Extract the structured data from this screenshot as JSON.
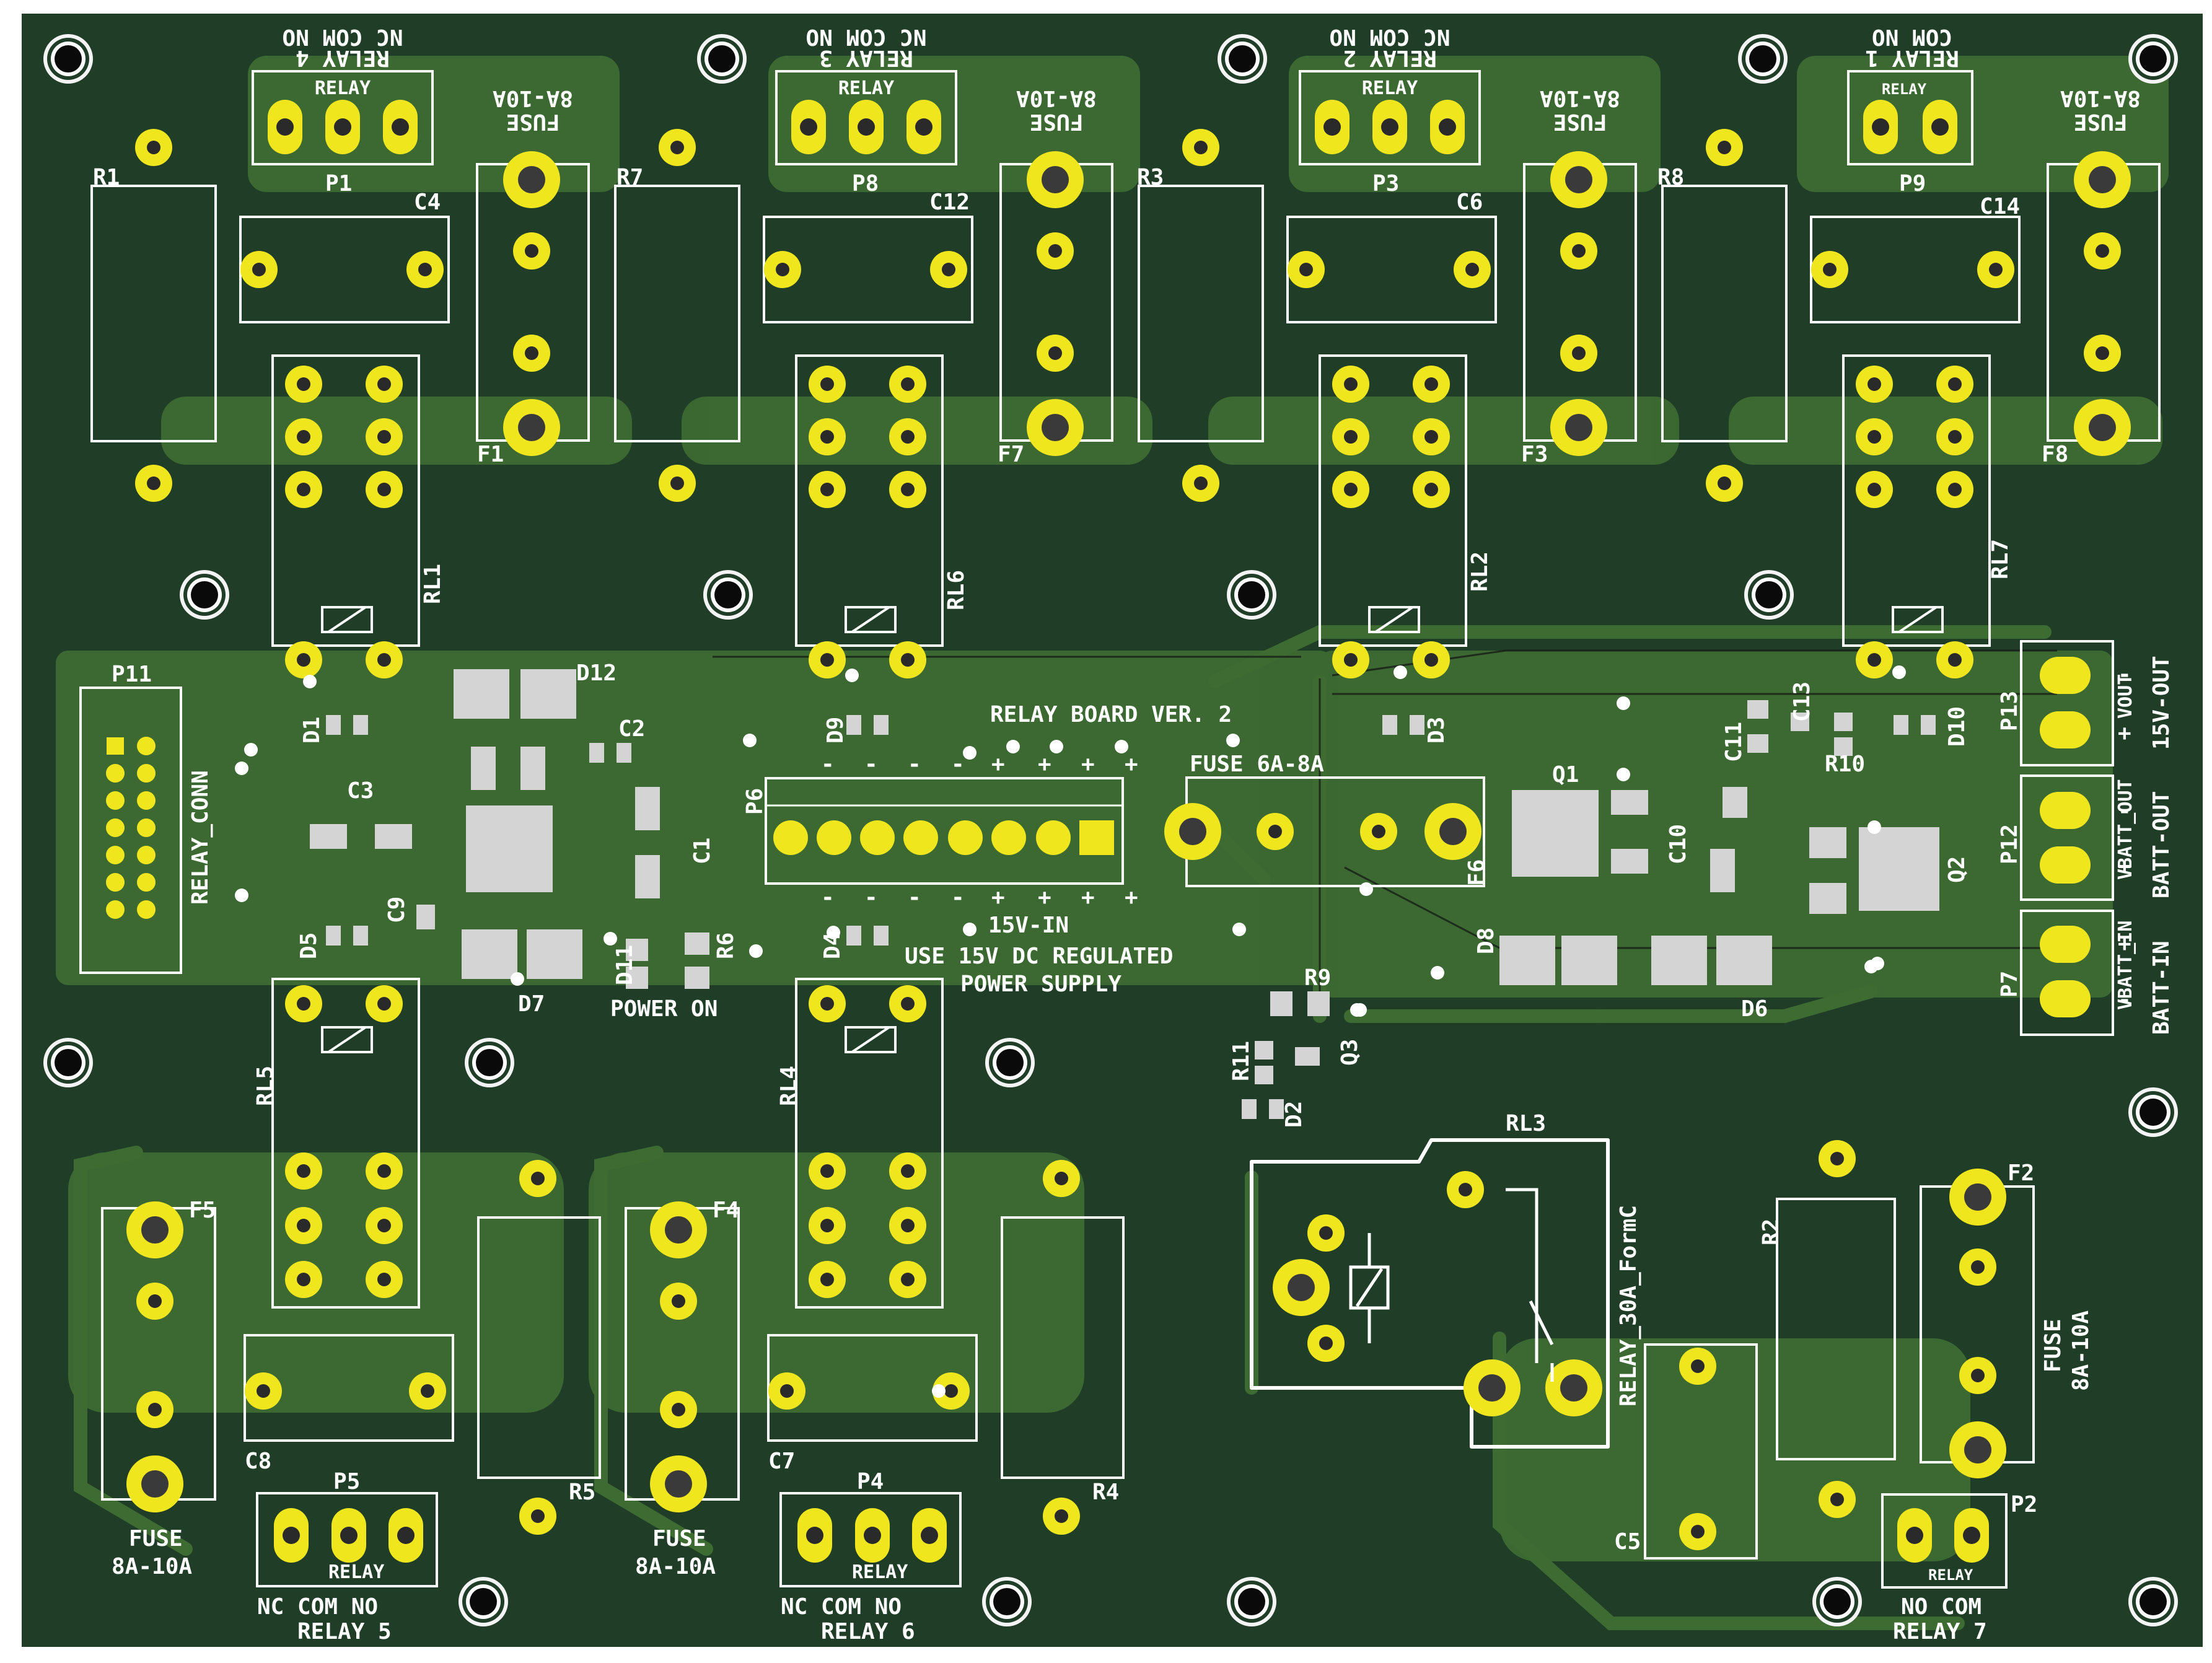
{
  "board": {
    "title": "RELAY BOARD VER. 2",
    "colors": {
      "substrate": "#1f3d27",
      "copper": "#3d6b32",
      "pad": "#f0e61e",
      "silk": "#ffffff",
      "smd": "#d4d4d4",
      "hole": "#000000"
    }
  },
  "labels": {
    "fuse_title": "FUSE",
    "fuse_rating": "8A-10A",
    "relay_word": "RELAY",
    "nc_com_no": "NC COM NO",
    "com_no": "COM NO",
    "no_com": "NO COM",
    "relay_1": "RELAY 1",
    "relay_2": "RELAY 2",
    "relay_3": "RELAY 3",
    "relay_4": "RELAY 4",
    "relay_5": "RELAY 5",
    "relay_6": "RELAY 6",
    "relay_7": "RELAY 7",
    "fuse_6a": "FUSE 6A-8A",
    "v15_in": "15V-IN",
    "use_15v": "USE 15V DC REGULATED",
    "power_supply": "POWER SUPPLY",
    "power_on": "POWER ON",
    "relay_conn": "RELAY_CONN",
    "relay_30a": "RELAY_30A_FormC",
    "vout": "VOUT",
    "out_15v": "15V-OUT",
    "vbatt_out": "VBATT_OUT",
    "batt_out": "BATT-OUT",
    "vbatt_in": "VBATT_IN",
    "batt_in": "BATT-IN",
    "minus": "-",
    "plus": "+"
  },
  "refs": {
    "R1": "R1",
    "R2": "R2",
    "R3": "R3",
    "R4": "R4",
    "R5": "R5",
    "R6": "R6",
    "R7": "R7",
    "R8": "R8",
    "R9": "R9",
    "R10": "R10",
    "R11": "R11",
    "C1": "C1",
    "C2": "C2",
    "C3": "C3",
    "C4": "C4",
    "C5": "C5",
    "C6": "C6",
    "C7": "C7",
    "C8": "C8",
    "C9": "C9",
    "C10": "C10",
    "C11": "C11",
    "C12": "C12",
    "C13": "C13",
    "C14": "C14",
    "D1": "D1",
    "D2": "D2",
    "D3": "D3",
    "D4": "D4",
    "D5": "D5",
    "D6": "D6",
    "D7": "D7",
    "D8": "D8",
    "D9": "D9",
    "D10": "D10",
    "D11": "D11",
    "D12": "D12",
    "F1": "F1",
    "F2": "F2",
    "F3": "F3",
    "F4": "F4",
    "F5": "F5",
    "F6": "F6",
    "F7": "F7",
    "F8": "F8",
    "P1": "P1",
    "P2": "P2",
    "P3": "P3",
    "P4": "P4",
    "P5": "P5",
    "P6": "P6",
    "P7": "P7",
    "P8": "P8",
    "P9": "P9",
    "P11": "P11",
    "P12": "P12",
    "P13": "P13",
    "Q1": "Q1",
    "Q2": "Q2",
    "Q3": "Q3",
    "RL1": "RL1",
    "RL2": "RL2",
    "RL3": "RL3",
    "RL4": "RL4",
    "RL5": "RL5",
    "RL6": "RL6",
    "RL7": "RL7"
  }
}
